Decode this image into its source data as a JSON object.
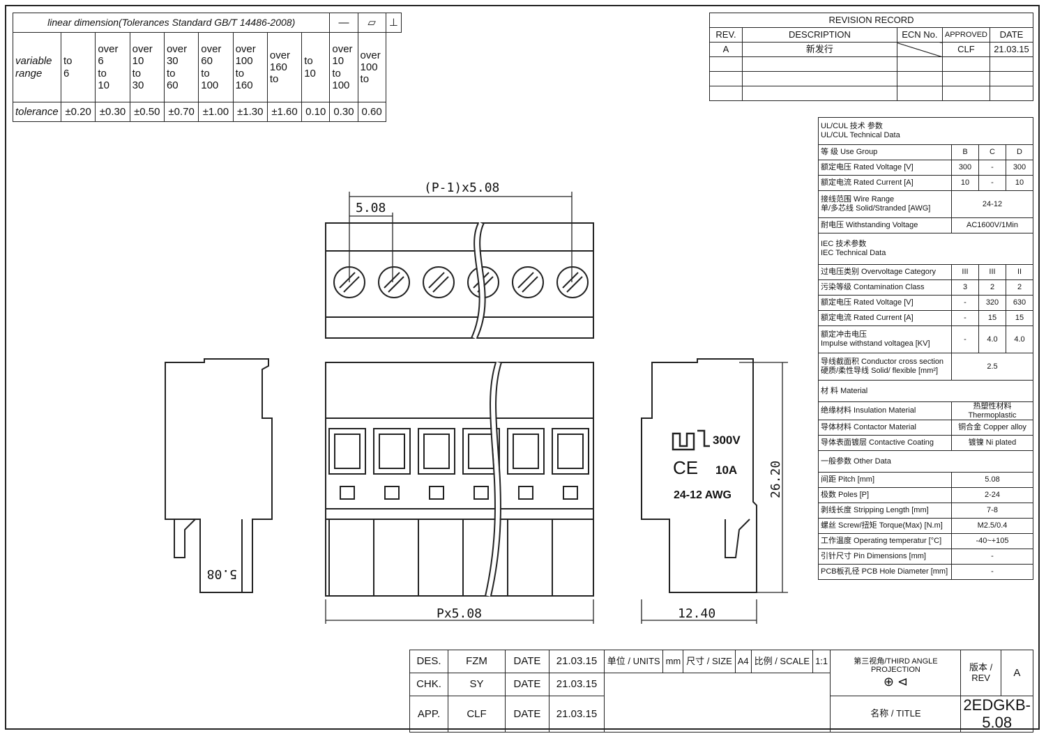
{
  "tolerance_table": {
    "title": "linear dimension(Tolerances Standard GB/T 14486-2008)",
    "symbols": [
      "—",
      "⏥",
      "⊥"
    ],
    "row_label_range": "variable range",
    "row_label_tol": "tolerance",
    "ranges": [
      {
        "l1": "to",
        "l2": "6",
        "l3": ""
      },
      {
        "l1": "over",
        "l2": "6",
        "l3": "to",
        "l4": "10"
      },
      {
        "l1": "over",
        "l2": "10",
        "l3": "to",
        "l4": "30"
      },
      {
        "l1": "over",
        "l2": "30",
        "l3": "to",
        "l4": "60"
      },
      {
        "l1": "over",
        "l2": "60",
        "l3": "to",
        "l4": "100"
      },
      {
        "l1": "over",
        "l2": "100",
        "l3": "to",
        "l4": "160"
      },
      {
        "l1": "over",
        "l2": "160",
        "l3": "to",
        "l4": ""
      },
      {
        "l1": "to",
        "l2": "10",
        "l3": ""
      },
      {
        "l1": "over",
        "l2": "10",
        "l3": "to",
        "l4": "100"
      },
      {
        "l1": "over",
        "l2": "100",
        "l3": "to",
        "l4": ""
      }
    ],
    "tolerances": [
      "±0.20",
      "±0.30",
      "±0.50",
      "±0.70",
      "±1.00",
      "±1.30",
      "±1.60",
      "0.10",
      "0.30",
      "0.60"
    ]
  },
  "revision": {
    "title": "REVISION RECORD",
    "headers": [
      "REV.",
      "DESCRIPTION",
      "ECN No.",
      "APPROVED",
      "DATE"
    ],
    "row": [
      "A",
      "新发行",
      "",
      "CLF",
      "21.03.15"
    ]
  },
  "tech": {
    "ul_h1": "UL/CUL 技术 参数",
    "ul_h2": "UL/CUL Technical Data",
    "use_group": "等 级 Use Group",
    "groups": [
      "B",
      "C",
      "D"
    ],
    "rated_voltage": "额定电压 Rated Voltage [V]",
    "rv": [
      "300",
      "-",
      "300"
    ],
    "rated_current": "额定电流 Rated Current [A]",
    "rc": [
      "10",
      "-",
      "10"
    ],
    "wire_range_1": "接线范围 Wire Range",
    "wire_range_2": "单/多芯线 Solid/Stranded [AWG]",
    "wire_val": "24-12",
    "withstand": "耐电压 Withstanding Voltage",
    "withstand_val": "AC1600V/1Min",
    "iec_h1": "IEC 技术参数",
    "iec_h2": "IEC Technical Data",
    "overvoltage": "过电压类别 Overvoltage Category",
    "ov": [
      "III",
      "III",
      "II"
    ],
    "contamination": "污染等级 Contamination Class",
    "cc": [
      "3",
      "2",
      "2"
    ],
    "iec_rv": "额定电压 Rated Voltage [V]",
    "irv": [
      "-",
      "320",
      "630"
    ],
    "iec_rc": "额定电流 Rated Current [A]",
    "irc": [
      "-",
      "15",
      "15"
    ],
    "impulse_1": "额定冲击电压",
    "impulse_2": "Impulse withstand voltagea [KV]",
    "imp": [
      "-",
      "4.0",
      "4.0"
    ],
    "cond_1": "导线截面积 Conductor cross section",
    "cond_2": "硬质/柔性导线 Solid/ flexible [mm²]",
    "cond_val": "2.5",
    "material_h": "材 料 Material",
    "ins": "绝缘材料 Insulation Material",
    "ins_val": "热塑性材料 Thermoplastic",
    "contact": "导体材料 Contactor Material",
    "contact_val": "铜合金 Copper alloy",
    "coating": "导体表面镀层 Contactive Coating",
    "coating_val": "镀镍 Ni plated",
    "other_h": "一般参数 Other Data",
    "pitch": "间距 Pitch [mm]",
    "pitch_val": "5.08",
    "poles": "极数 Poles [P]",
    "poles_val": "2-24",
    "strip": "剥线长度 Stripping Length [mm]",
    "strip_val": "7-8",
    "screw": "螺丝 Screw/扭矩 Torque(Max) [N.m]",
    "screw_val": "M2.5/0.4",
    "temp": "工作温度 Operating temperatur [°C]",
    "temp_val": "-40~+105",
    "pin": "引针尺寸 Pin Dimensions [mm]",
    "pin_val": "-",
    "pcb": "PCB板孔径 PCB Hole Diameter [mm]",
    "pcb_val": "-"
  },
  "drawing": {
    "dim_pitch_span": "(P-1)x5.08",
    "dim_pitch": "5.08",
    "dim_width": "Px5.08",
    "dim_height": "26.20",
    "dim_depth": "12.40",
    "dim_side": "5.08",
    "mark_voltage": "300V",
    "mark_current": "10A",
    "mark_awg": "24-12 AWG"
  },
  "title_block": {
    "des_label": "DES.",
    "des_name": "FZM",
    "chk_label": "CHK.",
    "chk_name": "SY",
    "app_label": "APP.",
    "app_name": "CLF",
    "date_label": "DATE",
    "date_val": "21.03.15",
    "units_label": "单位 / UNITS",
    "units_val": "mm",
    "size_label": "尺寸 / SIZE",
    "size_val": "A4",
    "scale_label": "比例 / SCALE",
    "scale_val": "1:1",
    "projection": "第三视角/THIRD ANGLE PROJECTION",
    "rev_label": "版本 / REV",
    "rev_val": "A",
    "title_label": "名称 / TITLE",
    "title_val": "2EDGKB-5.08"
  }
}
